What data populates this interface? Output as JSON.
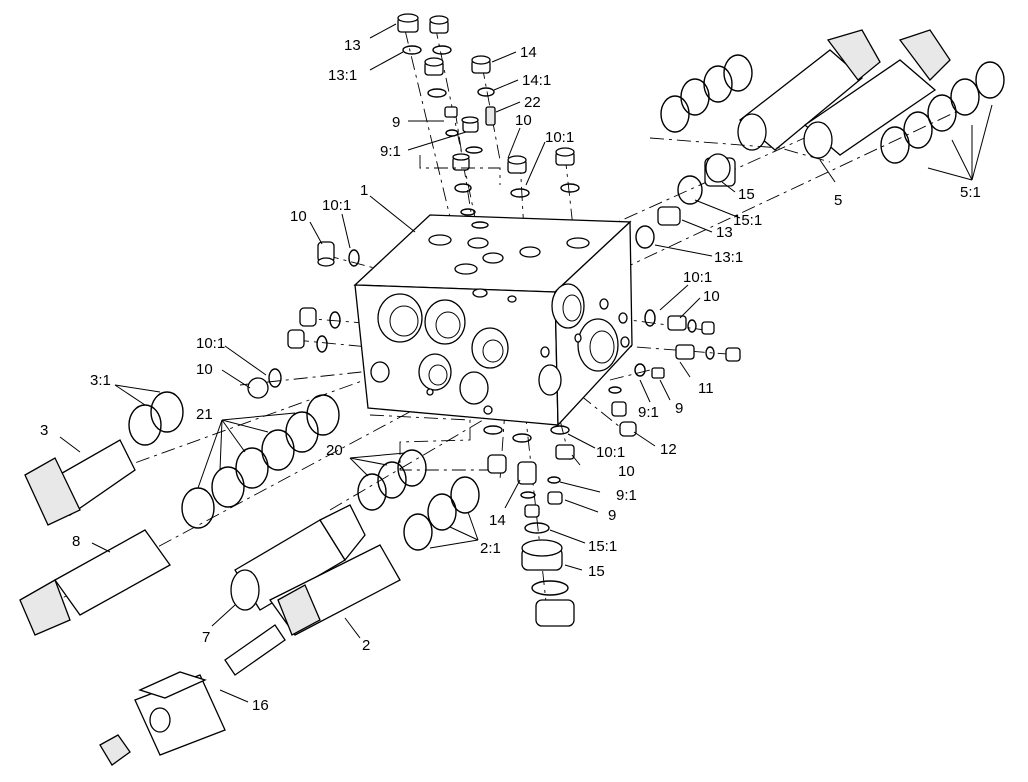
{
  "callouts": {
    "c1": "1",
    "c2": "2",
    "c2_1": "2:1",
    "c3": "3",
    "c3_1": "3:1",
    "c5": "5",
    "c5_1": "5:1",
    "c7": "7",
    "c8": "8",
    "c9_top": "9",
    "c9_1_top": "9:1",
    "c9_right": "9",
    "c9_1_right": "9:1",
    "c9_lower": "9",
    "c9_1_lower": "9:1",
    "c10_top": "10",
    "c10_1_top": "10:1",
    "c10_leftblock": "10",
    "c10_1_leftblock": "10:1",
    "c10_left": "10",
    "c10_1_left": "10:1",
    "c10_right": "10",
    "c10_1_right": "10:1",
    "c10_lower": "10",
    "c10_1_lower": "10:1",
    "c11": "11",
    "c12": "12",
    "c13_top": "13",
    "c13_1_top": "13:1",
    "c13_right": "13",
    "c13_1_right": "13:1",
    "c14_top": "14",
    "c14_1_top": "14:1",
    "c14_lower": "14",
    "c15_right": "15",
    "c15_1_right": "15:1",
    "c15_lower": "15",
    "c15_1_lower": "15:1",
    "c16": "16",
    "c20": "20",
    "c21": "21",
    "c22": "22"
  }
}
